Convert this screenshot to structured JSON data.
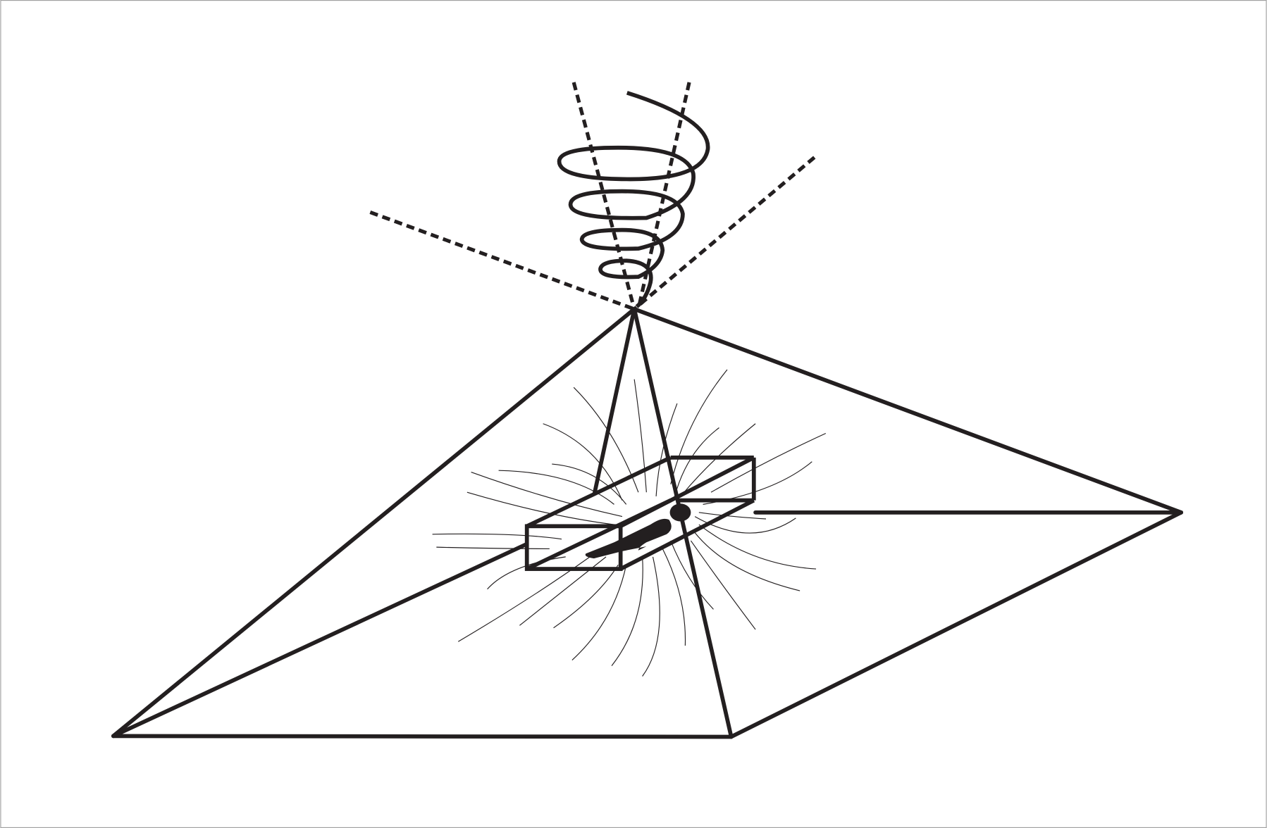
{
  "diagram": {
    "stroke_color": "#231f20",
    "border_color": "#a0a0a0",
    "background": "#ffffff",
    "elements": [
      "pyramid",
      "spiral",
      "dashed-rays",
      "box",
      "reclining-person",
      "field-lines"
    ]
  }
}
